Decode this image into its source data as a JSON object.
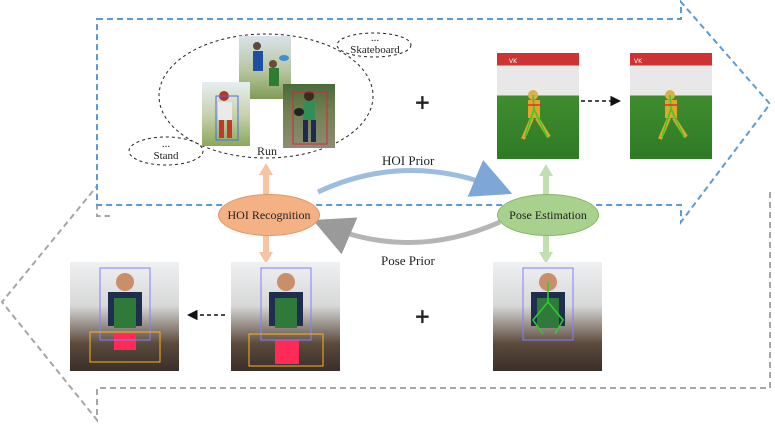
{
  "hoi_branch": {
    "activity_labels": [
      "Skateboard",
      "Run",
      "Stand"
    ],
    "ellipsis": "...",
    "recognition_node": "HOI Recognition",
    "plus": "+"
  },
  "pose_branch": {
    "estimation_node": "Pose Estimation",
    "plus": "+"
  },
  "priors": {
    "hoi_prior": "HOI Prior",
    "pose_prior": "Pose Prior"
  },
  "colors": {
    "hoi_branch_border": "#5b9bd5",
    "pose_branch_border": "#a6a6a6",
    "hoi_node": "#f4b183",
    "pose_node": "#a9d18e"
  }
}
